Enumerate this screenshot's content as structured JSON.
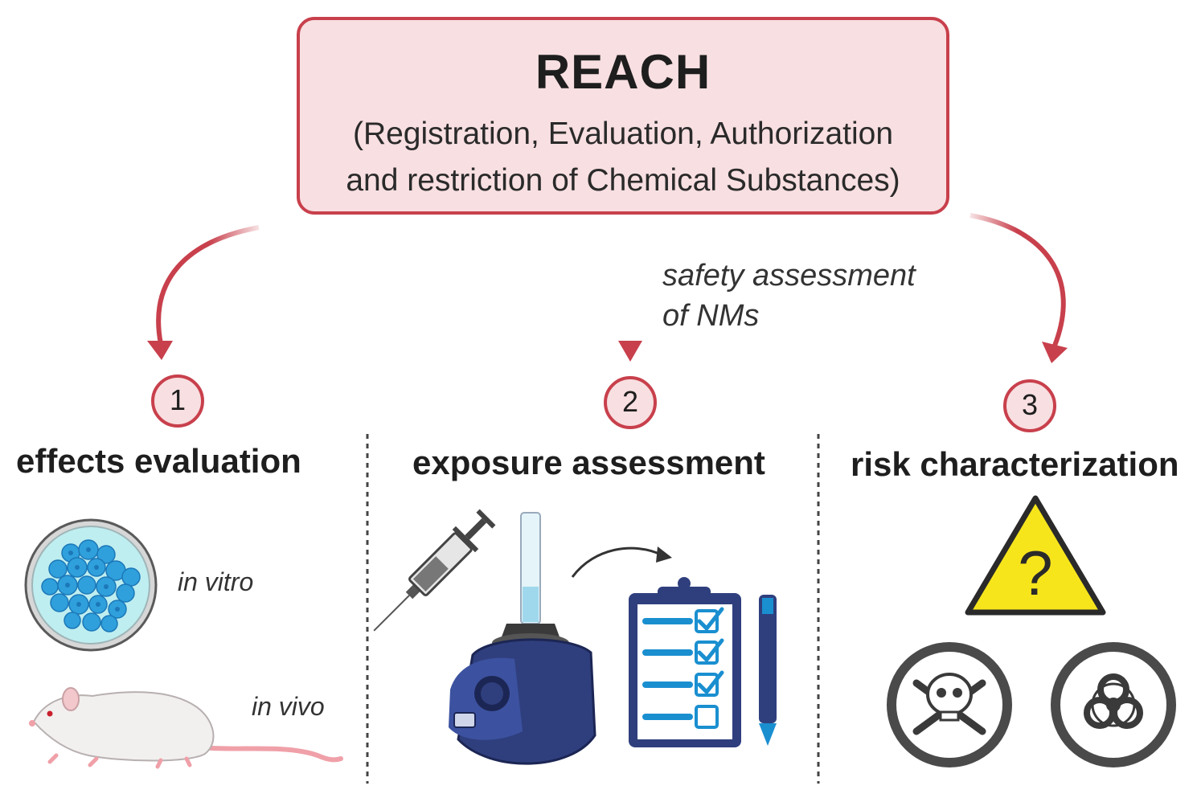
{
  "header": {
    "title": "REACH",
    "subtitle_line1": "(Registration, Evaluation, Authorization",
    "subtitle_line2": "and restriction of Chemical Substances)"
  },
  "note": {
    "line1": "safety assessment",
    "line2": "of NMs"
  },
  "stages": [
    {
      "number": "1",
      "title": "effects evaluation",
      "labels": [
        "in vitro",
        "in vivo"
      ]
    },
    {
      "number": "2",
      "title": "exposure assessment"
    },
    {
      "number": "3",
      "title": "risk characterization"
    }
  ],
  "icons": [
    "petri-dish-icon",
    "rat-icon",
    "syringe-icon",
    "vortex-mixer-icon",
    "clipboard-checklist-icon",
    "pen-icon",
    "warning-question-icon",
    "skull-crossbones-icon",
    "biohazard-icon"
  ],
  "colors": {
    "accent": "#c8404c",
    "box_fill": "#f8dfe1",
    "warning": "#f7e51c",
    "equipment": "#2f3f7e",
    "checklist": "#1a8fd0",
    "cells": "#3aa7dd"
  }
}
